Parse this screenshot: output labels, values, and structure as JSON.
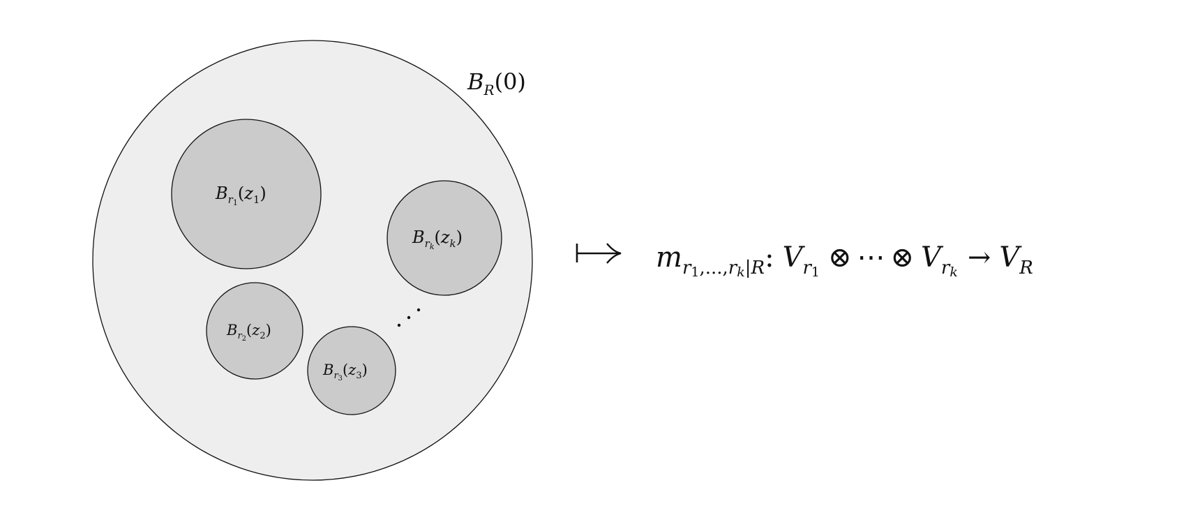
{
  "diagram": {
    "outer_ball": {
      "label": {
        "base": "B",
        "sub": "R",
        "arg": "(0)"
      }
    },
    "inner_balls": [
      {
        "id": "ball-1",
        "label": {
          "base": "B",
          "sub": "r",
          "subsub": "1",
          "arg_open": "(",
          "arg_var": "z",
          "arg_sub": "1",
          "arg_close": ")"
        }
      },
      {
        "id": "ball-k",
        "label": {
          "base": "B",
          "sub": "r",
          "subsub": "k",
          "arg_open": "(",
          "arg_var": "z",
          "arg_sub": "k",
          "arg_close": ")"
        }
      },
      {
        "id": "ball-2",
        "label": {
          "base": "B",
          "sub": "r",
          "subsub": "2",
          "arg_open": "(",
          "arg_var": "z",
          "arg_sub": "2",
          "arg_close": ")"
        }
      },
      {
        "id": "ball-3",
        "label": {
          "base": "B",
          "sub": "r",
          "subsub": "3",
          "arg_open": "(",
          "arg_var": "z",
          "arg_sub": "3",
          "arg_close": ")"
        }
      }
    ],
    "ellipsis": "...",
    "mapsto_symbol": "⟼",
    "formula": {
      "m": "m",
      "m_sub": "r",
      "m_sub_1": "1",
      "m_sub_sep": ",...,",
      "m_sub_r2": "r",
      "m_sub_k": "k",
      "m_sub_bar": "|",
      "m_sub_R": "R",
      "colon": ":",
      "V1": "V",
      "V1_sub": "r",
      "V1_subsub": "1",
      "otimes1": "⊗",
      "cdots": "⋯",
      "otimes2": "⊗",
      "Vk": "V",
      "Vk_sub": "r",
      "Vk_subsub": "k",
      "arrow": "→",
      "VR": "V",
      "VR_sub": "R"
    },
    "colors": {
      "outer_fill": "#eeeeee",
      "inner_fill": "#cbcbcb",
      "stroke": "#111111"
    }
  }
}
